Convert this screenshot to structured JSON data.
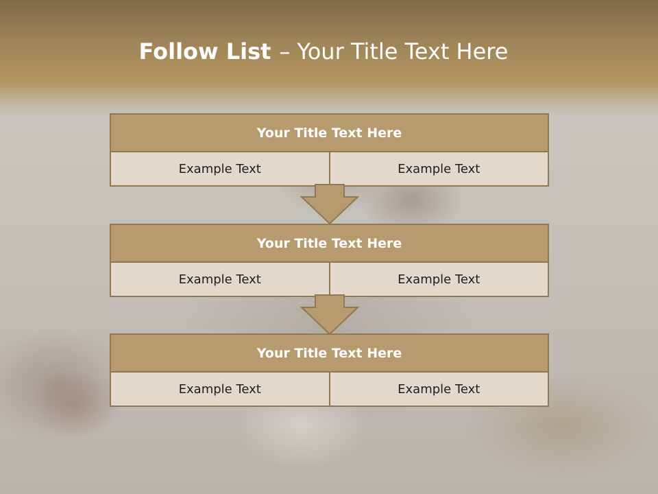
{
  "slide": {
    "title_bold": "Follow List",
    "title_separator": "–",
    "title_rest": "Your Title Text Here"
  },
  "colors": {
    "header_band": "#a88c5d",
    "box_fill": "#b79b6e",
    "box_border": "#8f7852",
    "cell_fill": "#e3d8cc",
    "arrow_fill": "#b79b6e"
  },
  "blocks": [
    {
      "title": "Your Title Text Here",
      "left_text": "Example Text",
      "right_text": "Example Text"
    },
    {
      "title": "Your Title Text Here",
      "left_text": "Example Text",
      "right_text": "Example Text"
    },
    {
      "title": "Your Title Text Here",
      "left_text": "Example Text",
      "right_text": "Example Text"
    }
  ],
  "arrows": [
    {
      "icon": "down-arrow-icon"
    },
    {
      "icon": "down-arrow-icon"
    }
  ]
}
